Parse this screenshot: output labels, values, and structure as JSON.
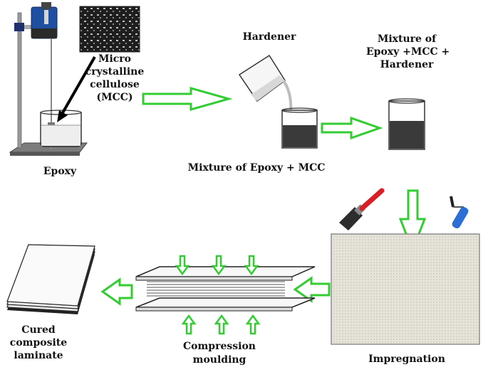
{
  "labels": {
    "mcc_line1": "Micro",
    "mcc_line2": "crystalline",
    "mcc_line3": "cellulose",
    "mcc_line4": "(MCC)",
    "epoxy": "Epoxy",
    "hardener": "Hardener",
    "mixture_final_line1": "Mixture of",
    "mixture_final_line2": "Epoxy +MCC +",
    "mixture_final_line3": "Hardener",
    "mixture_epoxy_mcc": "Mixture of Epoxy + MCC",
    "impregnation": "Impregnation",
    "compression_line1": "Compression",
    "compression_line2": "moulding",
    "cured_line1": "Cured",
    "cured_line2": "composite",
    "cured_line3": "laminate"
  },
  "colors": {
    "arrow": "#33cc33",
    "liquid": "#3a3a3a",
    "fabric": "#e6e3da",
    "brush_handle": "#d81f26",
    "roller": "#2b6fd6"
  }
}
